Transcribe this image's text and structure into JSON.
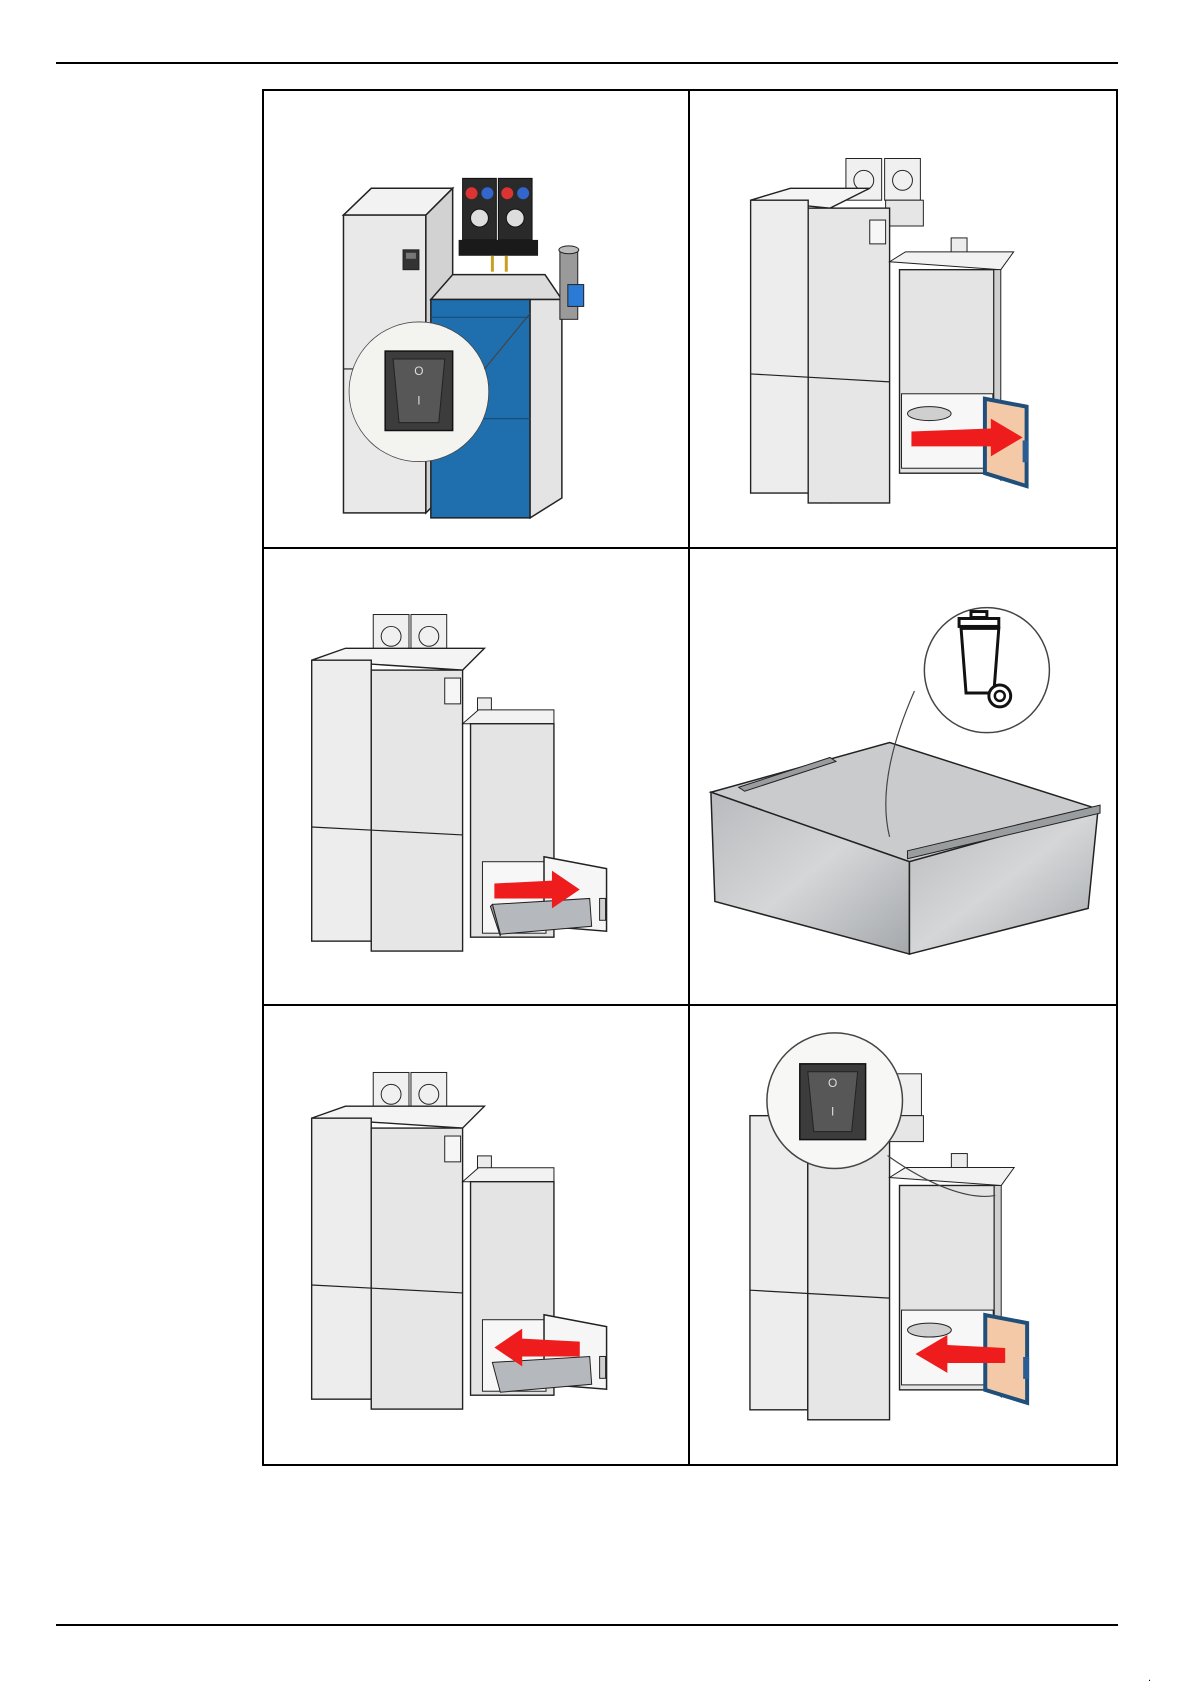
{
  "page": {
    "page_number_fragment": "."
  },
  "switch": {
    "off_symbol": "O",
    "on_symbol": "I"
  },
  "colors": {
    "panel_fill": "#e9e9e9",
    "panel_shade": "#d2d2d2",
    "boiler_blue": "#1f6fae",
    "arrow_red": "#ee1c1c",
    "door_inner": "#f3c9a8",
    "ash_box": "#b5b8bc",
    "outline": "#222222"
  },
  "steps": [
    {
      "id": "switch-off",
      "arrow": "none",
      "icon": "power-switch-icon"
    },
    {
      "id": "open-door",
      "arrow": "right"
    },
    {
      "id": "pull-ash-box",
      "arrow": "right"
    },
    {
      "id": "empty-ash-box",
      "arrow": "none",
      "icon": "waste-bin-icon"
    },
    {
      "id": "insert-ash-box",
      "arrow": "left"
    },
    {
      "id": "close-door-switch-on",
      "arrow": "left",
      "icon": "power-switch-icon"
    }
  ]
}
